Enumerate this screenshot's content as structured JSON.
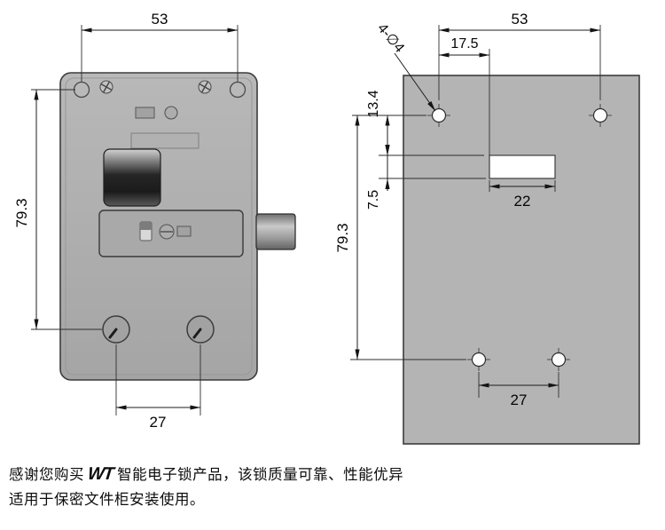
{
  "lock_view": {
    "width": "53",
    "height": "79.3",
    "bottom_holes": "27"
  },
  "plate_view": {
    "width": "53",
    "slot_offset": "17.5",
    "holes_callout": "4-∅4",
    "hole_to_slot": "13.4",
    "slot_height": "7.5",
    "height": "79.3",
    "slot_width": "22",
    "bottom_holes": "27"
  },
  "footer": {
    "prefix": "感谢您购买",
    "brand": "WT",
    "suffix": "智能电子锁产品，该锁质量可靠、性能优异",
    "line2": "适用于保密文件柜安装使用。"
  }
}
